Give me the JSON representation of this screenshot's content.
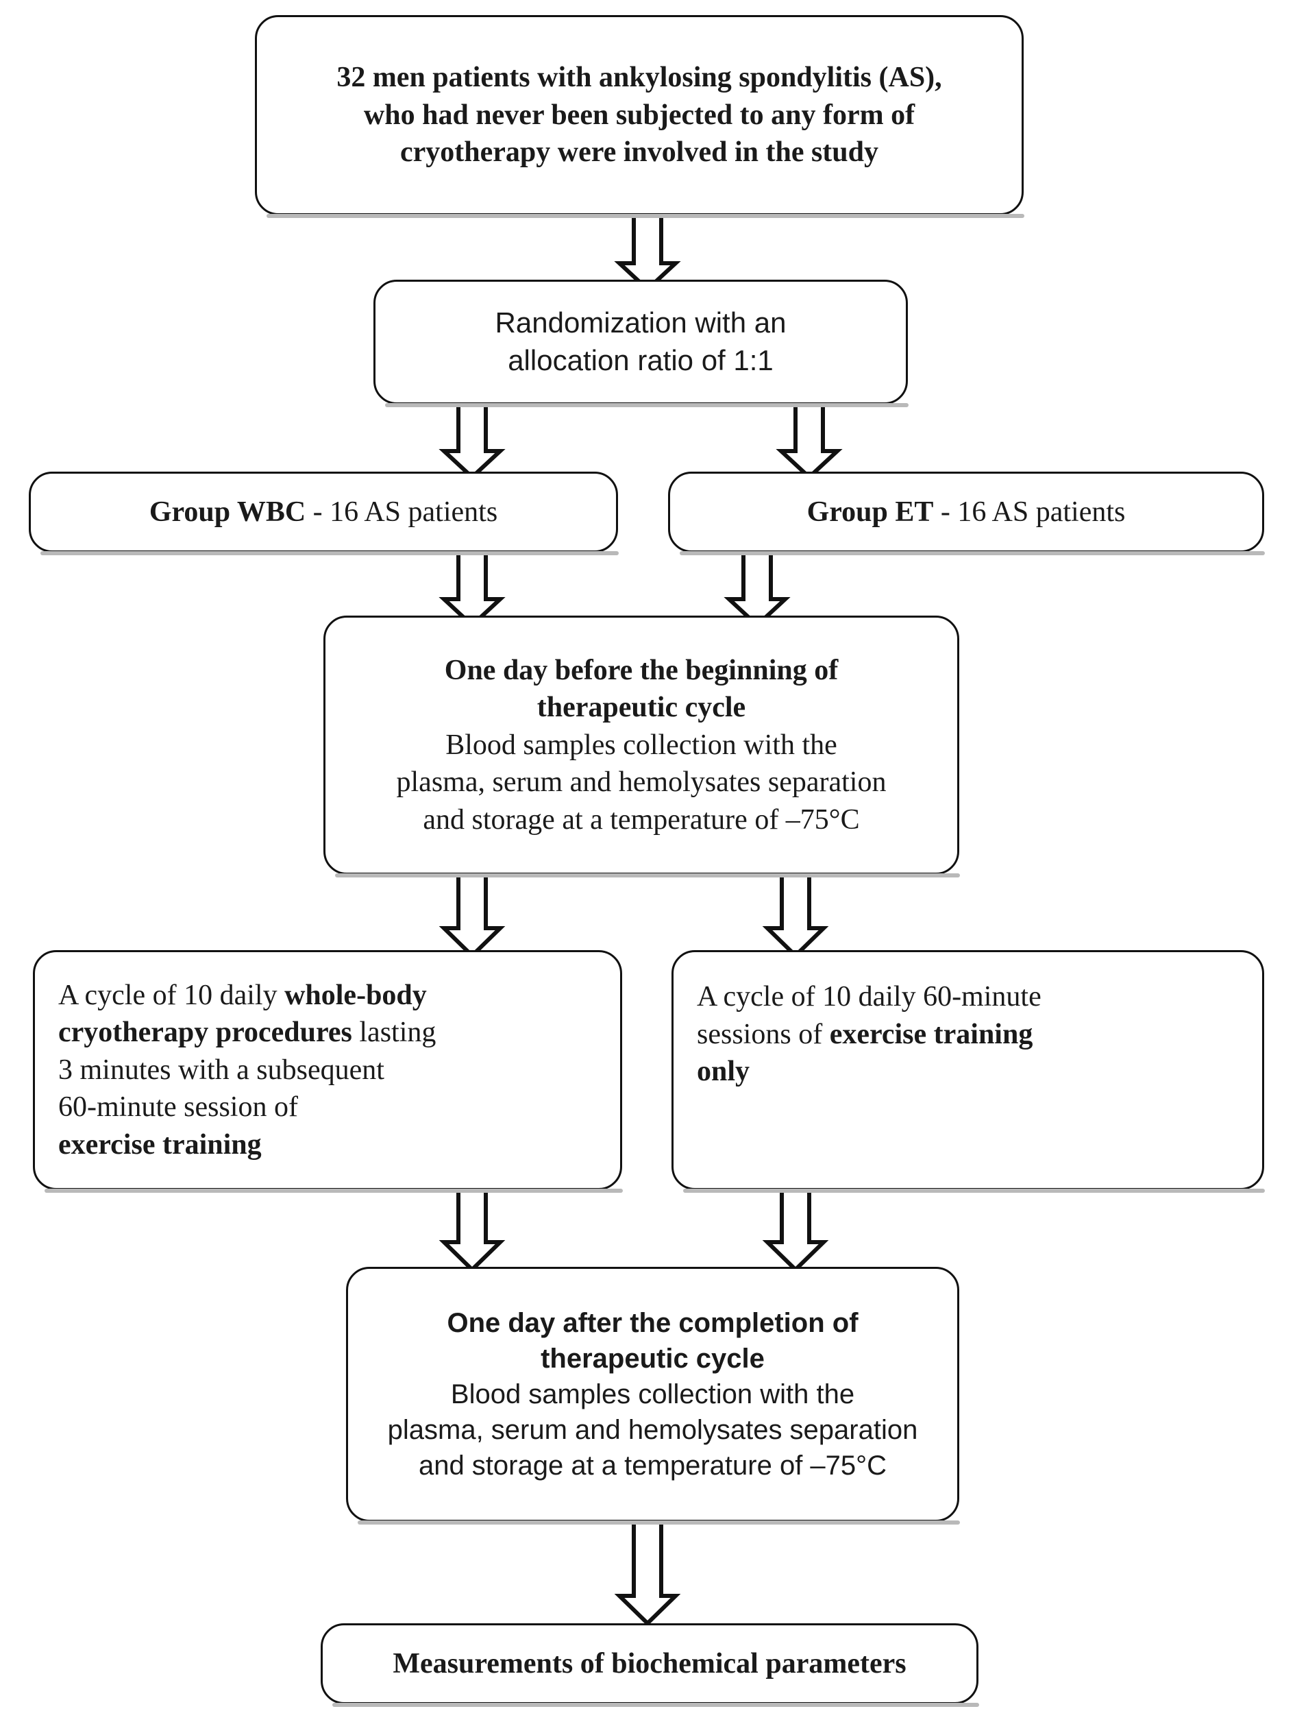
{
  "diagram": {
    "title": "Study design flowchart",
    "line_color": "#111111",
    "box_fill": "#ffffff",
    "arrow_fill": "#ffffff",
    "nodes": [
      {
        "id": "enrollment",
        "name": "enrollment-box",
        "font": "serif-bold",
        "lines": [
          "32 men patients with ankylosing spondylitis (AS),",
          "who had never been subjected to any form of",
          "cryotherapy were involved in the study"
        ]
      },
      {
        "id": "randomization",
        "name": "randomization-box",
        "font": "sans",
        "lines": [
          "Randomization with an",
          "allocation ratio of 1:1"
        ]
      },
      {
        "id": "group-wbc",
        "name": "group-wbc-box",
        "font": "serif",
        "bold_prefix": "Group WBC",
        "rest": " - 16 AS patients"
      },
      {
        "id": "group-et",
        "name": "group-et-box",
        "font": "serif",
        "bold_prefix": "Group ET",
        "rest": " - 16 AS patients"
      },
      {
        "id": "baseline",
        "name": "baseline-sampling-box",
        "font": "serif",
        "heading": [
          "One day before the beginning of",
          "therapeutic cycle"
        ],
        "body": [
          "Blood samples collection with the",
          "plasma, serum and hemolysates separation",
          "and storage at a temperature of –75°C"
        ]
      },
      {
        "id": "wbc-intervention",
        "name": "wbc-intervention-box",
        "font": "serif",
        "rich_lines": [
          [
            {
              "t": "A cycle of 10 daily ",
              "b": false
            },
            {
              "t": "whole-body",
              "b": true
            }
          ],
          [
            {
              "t": "cryotherapy procedures",
              "b": true
            },
            {
              "t": " lasting",
              "b": false
            }
          ],
          [
            {
              "t": "3 minutes with a subsequent",
              "b": false
            }
          ],
          [
            {
              "t": "60-minute session of",
              "b": false
            }
          ],
          [
            {
              "t": "exercise training",
              "b": true
            }
          ]
        ]
      },
      {
        "id": "et-intervention",
        "name": "et-intervention-box",
        "font": "serif",
        "rich_lines": [
          [
            {
              "t": "A cycle of 10 daily 60-minute",
              "b": false
            }
          ],
          [
            {
              "t": "sessions of ",
              "b": false
            },
            {
              "t": "exercise training",
              "b": true
            }
          ],
          [
            {
              "t": "only",
              "b": true
            }
          ]
        ]
      },
      {
        "id": "followup",
        "name": "followup-sampling-box",
        "font": "sans",
        "heading": [
          "One day after the completion of",
          "therapeutic cycle"
        ],
        "body": [
          "Blood samples collection with the",
          "plasma, serum and hemolysates separation",
          "and storage at a temperature of –75°C"
        ]
      },
      {
        "id": "measurements",
        "name": "measurements-box",
        "font": "serif-bold",
        "lines": [
          "Measurements of biochemical parameters"
        ]
      }
    ],
    "arrows": [
      {
        "id": "a1",
        "name": "arrow-enrollment-to-randomization",
        "from": "enrollment",
        "to": "randomization"
      },
      {
        "id": "a2",
        "name": "arrow-randomization-to-group-wbc",
        "from": "randomization",
        "to": "group-wbc"
      },
      {
        "id": "a3",
        "name": "arrow-randomization-to-group-et",
        "from": "randomization",
        "to": "group-et"
      },
      {
        "id": "a4",
        "name": "arrow-group-wbc-to-baseline",
        "from": "group-wbc",
        "to": "baseline"
      },
      {
        "id": "a5",
        "name": "arrow-group-et-to-baseline",
        "from": "group-et",
        "to": "baseline"
      },
      {
        "id": "a6",
        "name": "arrow-baseline-to-wbc-intervention",
        "from": "baseline",
        "to": "wbc-intervention"
      },
      {
        "id": "a7",
        "name": "arrow-baseline-to-et-intervention",
        "from": "baseline",
        "to": "et-intervention"
      },
      {
        "id": "a8",
        "name": "arrow-wbc-intervention-to-followup",
        "from": "wbc-intervention",
        "to": "followup"
      },
      {
        "id": "a9",
        "name": "arrow-et-intervention-to-followup",
        "from": "et-intervention",
        "to": "followup"
      },
      {
        "id": "a10",
        "name": "arrow-followup-to-measurements",
        "from": "followup",
        "to": "measurements"
      }
    ]
  }
}
